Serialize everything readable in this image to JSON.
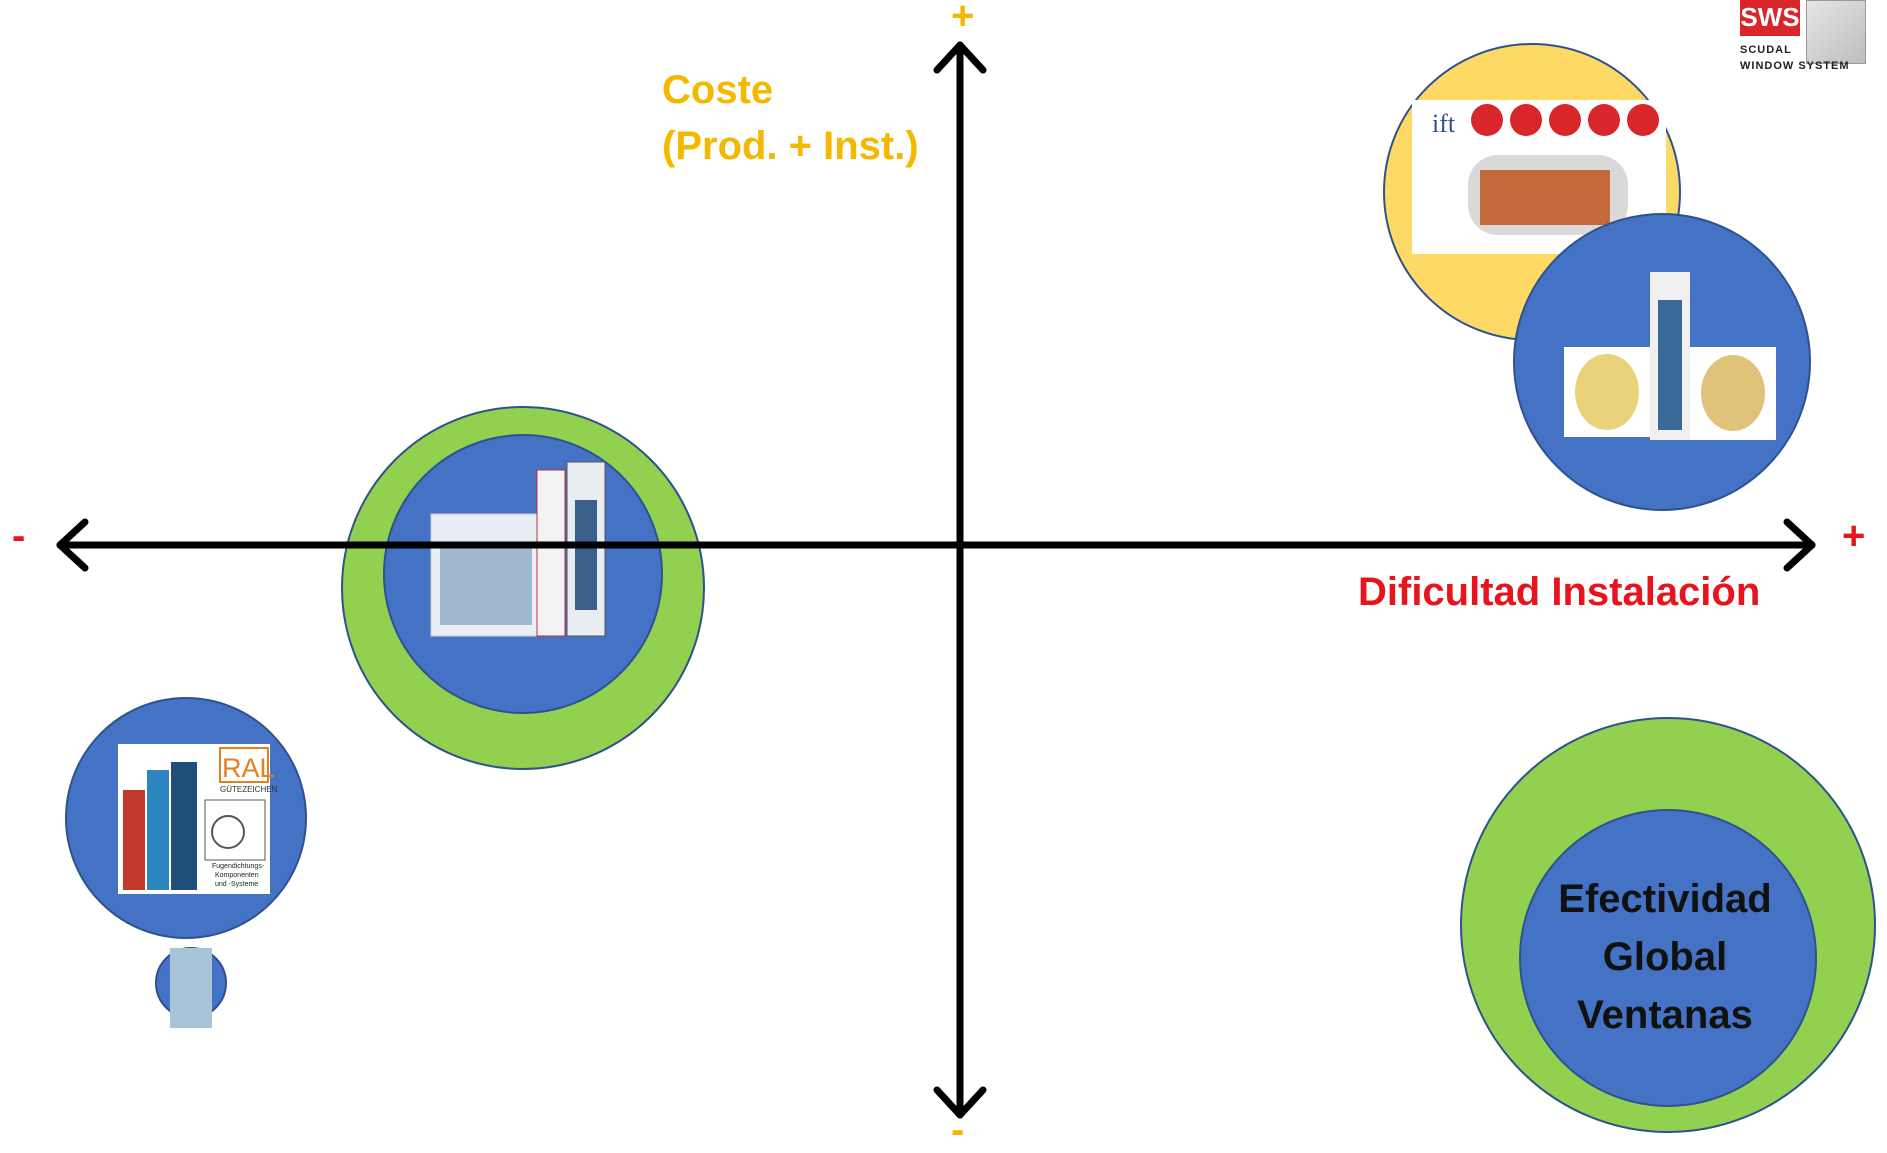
{
  "axes": {
    "y_label": "Coste\n(Prod. + Inst.)",
    "y_top_sign": "+",
    "y_bottom_sign": "-",
    "x_label": "Dificultad Instalación",
    "x_left_sign": "-",
    "x_right_sign": "+"
  },
  "legend": {
    "line1": "Efectividad",
    "line2": "Global",
    "line3": "Ventanas"
  },
  "logo": {
    "brand": "SWS",
    "line1": "SCUDAL",
    "line2": "WINDOW SYSTEM"
  },
  "product_labels": {
    "ral": "RAL",
    "ral_sub": "GÜTEZEICHEN",
    "ral_caption": "Fugendichtungs-\nKomponenten\nund -Systeme",
    "ift": "ift"
  },
  "colors": {
    "axis_y_label": "#f5b800",
    "axis_x_label": "#e8141c",
    "ring_green": "#92d050",
    "ring_yellow": "#ffd966",
    "core_blue": "#4472c4",
    "ring_stroke": "#2f528f"
  }
}
